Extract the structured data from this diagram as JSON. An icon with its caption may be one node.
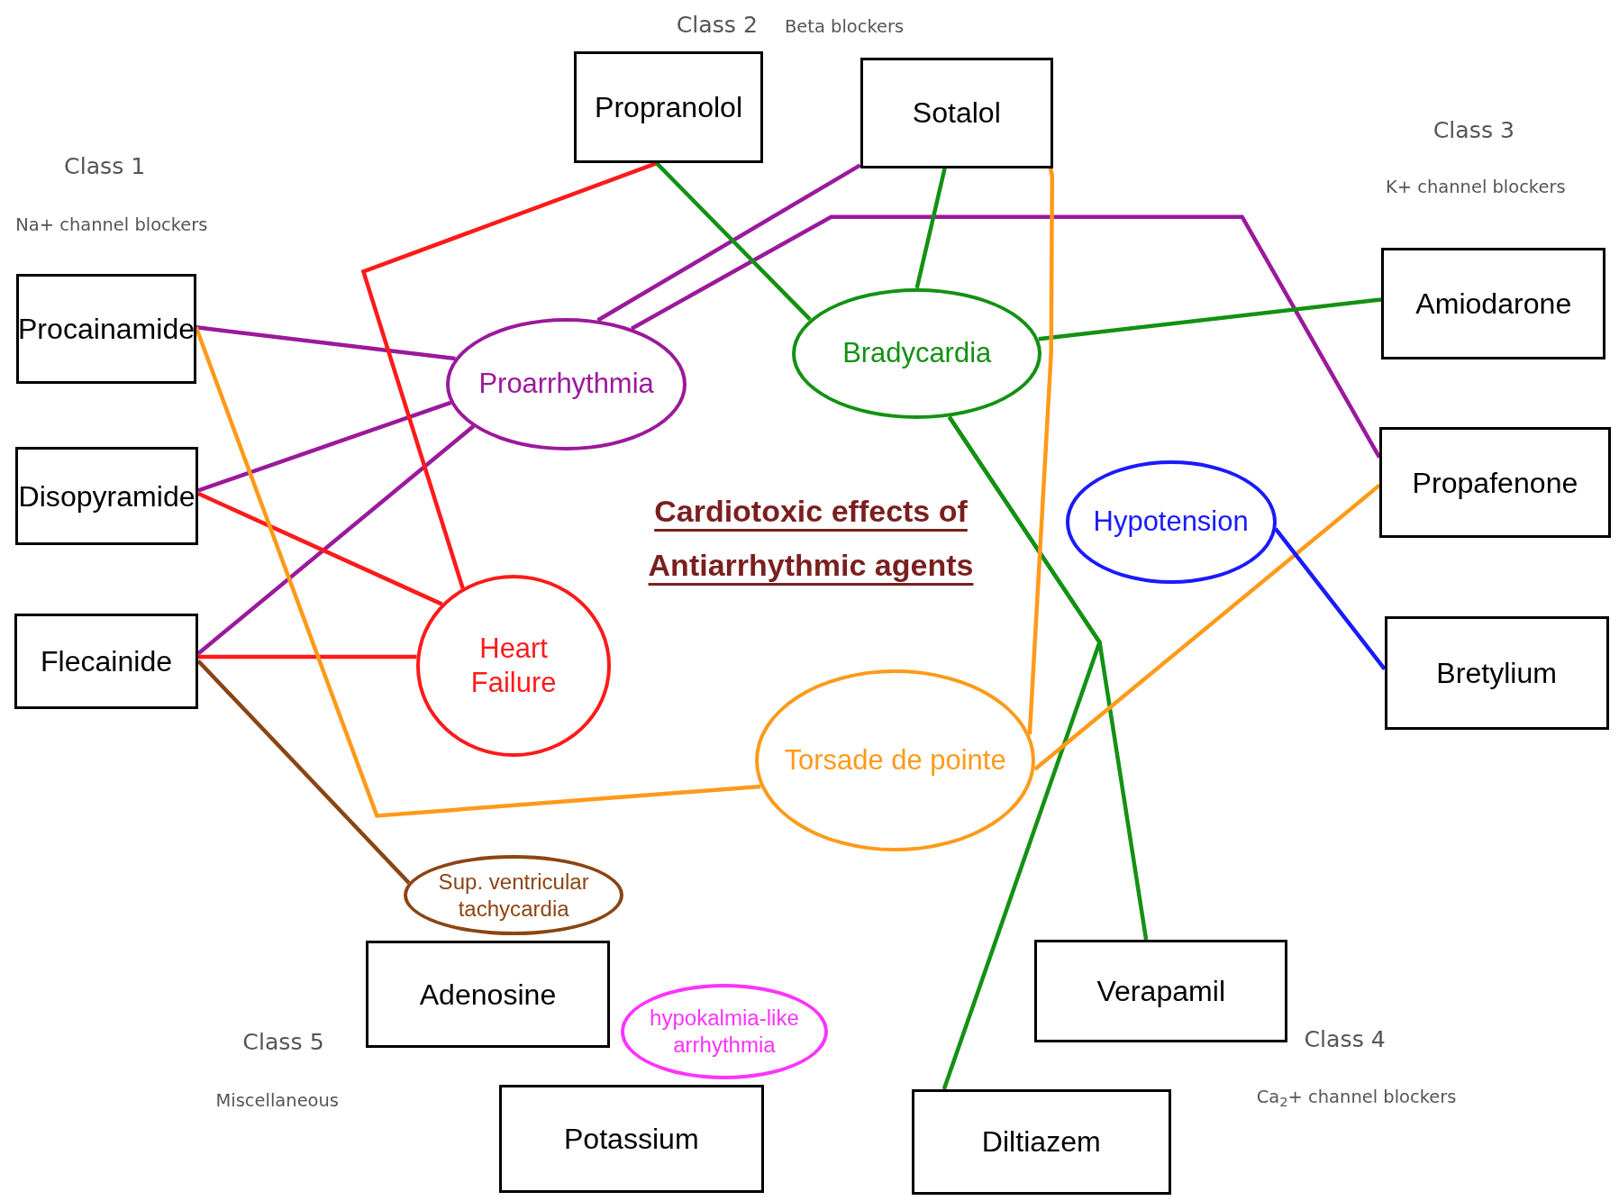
{
  "diagram": {
    "title": "Cardiotoxic effects of Antiarrhythmic agents",
    "nodes": [
      {
        "text": [
          "Procainamide"
        ]
      },
      {
        "text": [
          "Disopyramide"
        ]
      },
      {
        "text": [
          "Flecainide"
        ]
      },
      {
        "text": [
          "Propranolol"
        ]
      },
      {
        "text": [
          "Sotalol"
        ]
      },
      {
        "text": [
          "Amiodarone"
        ]
      },
      {
        "text": [
          "Propafenone"
        ]
      },
      {
        "text": [
          "Bretylium"
        ]
      },
      {
        "text": [
          "Adenosine"
        ]
      },
      {
        "text": [
          "Potassium"
        ]
      },
      {
        "text": [
          "Verapamil"
        ]
      },
      {
        "text": [
          "Diltiazem"
        ]
      },
      {
        "text": [
          "Proarrhythmia"
        ]
      },
      {
        "text": [
          "Bradycardia"
        ]
      },
      {
        "text": [
          "Hypotension"
        ]
      },
      {
        "text": [
          "Heart Failure"
        ]
      },
      {
        "text": [
          "Torsade de pointe"
        ]
      },
      {
        "text": [
          "Sup. ventricular tachycardia"
        ]
      },
      {
        "text": [
          "hypokalmia-like arrhythmia"
        ]
      }
    ],
    "edges": [
      {
        "from": 0,
        "to": 12,
        "arrow": "none",
        "color": "#9b199b"
      },
      {
        "from": 1,
        "to": 12,
        "arrow": "none",
        "color": "#9b199b"
      },
      {
        "from": 2,
        "to": 12,
        "arrow": "none",
        "color": "#9b199b"
      },
      {
        "from": 4,
        "to": 12,
        "arrow": "none",
        "color": "#9b199b"
      },
      {
        "from": 12,
        "to": 6,
        "arrow": "none",
        "color": "#9b199b"
      },
      {
        "from": 3,
        "to": 15,
        "arrow": "none",
        "color": "#ff1a1a"
      },
      {
        "from": 1,
        "to": 15,
        "arrow": "none",
        "color": "#ff1a1a"
      },
      {
        "from": 2,
        "to": 15,
        "arrow": "none",
        "color": "#ff1a1a"
      },
      {
        "from": 3,
        "to": 13,
        "arrow": "none",
        "color": "#139113"
      },
      {
        "from": 4,
        "to": 13,
        "arrow": "none",
        "color": "#139113"
      },
      {
        "from": 13,
        "to": 5,
        "arrow": "none",
        "color": "#139113"
      },
      {
        "from": 13,
        "to": 10,
        "arrow": "none",
        "color": "#139113"
      },
      {
        "from": 13,
        "to": 11,
        "arrow": "none",
        "color": "#139113"
      },
      {
        "from": 0,
        "to": 16,
        "arrow": "none",
        "color": "#ff9a1a"
      },
      {
        "from": 4,
        "to": 16,
        "arrow": "none",
        "color": "#ff9a1a"
      },
      {
        "from": 6,
        "to": 16,
        "arrow": "none",
        "color": "#ff9a1a"
      },
      {
        "from": 14,
        "to": 7,
        "arrow": "none",
        "color": "#1a1aff"
      },
      {
        "from": 2,
        "to": 17,
        "arrow": "none",
        "color": "#8b4513"
      }
    ],
    "labels": [
      "Class 2",
      "Beta blockers",
      "Class 1",
      "Na+ channel blockers",
      "Class 3",
      "K+ channel blockers",
      "Class 5",
      "Miscellaneous",
      "Class 4",
      "Ca$_{2}$+ channel blockers"
    ]
  }
}
